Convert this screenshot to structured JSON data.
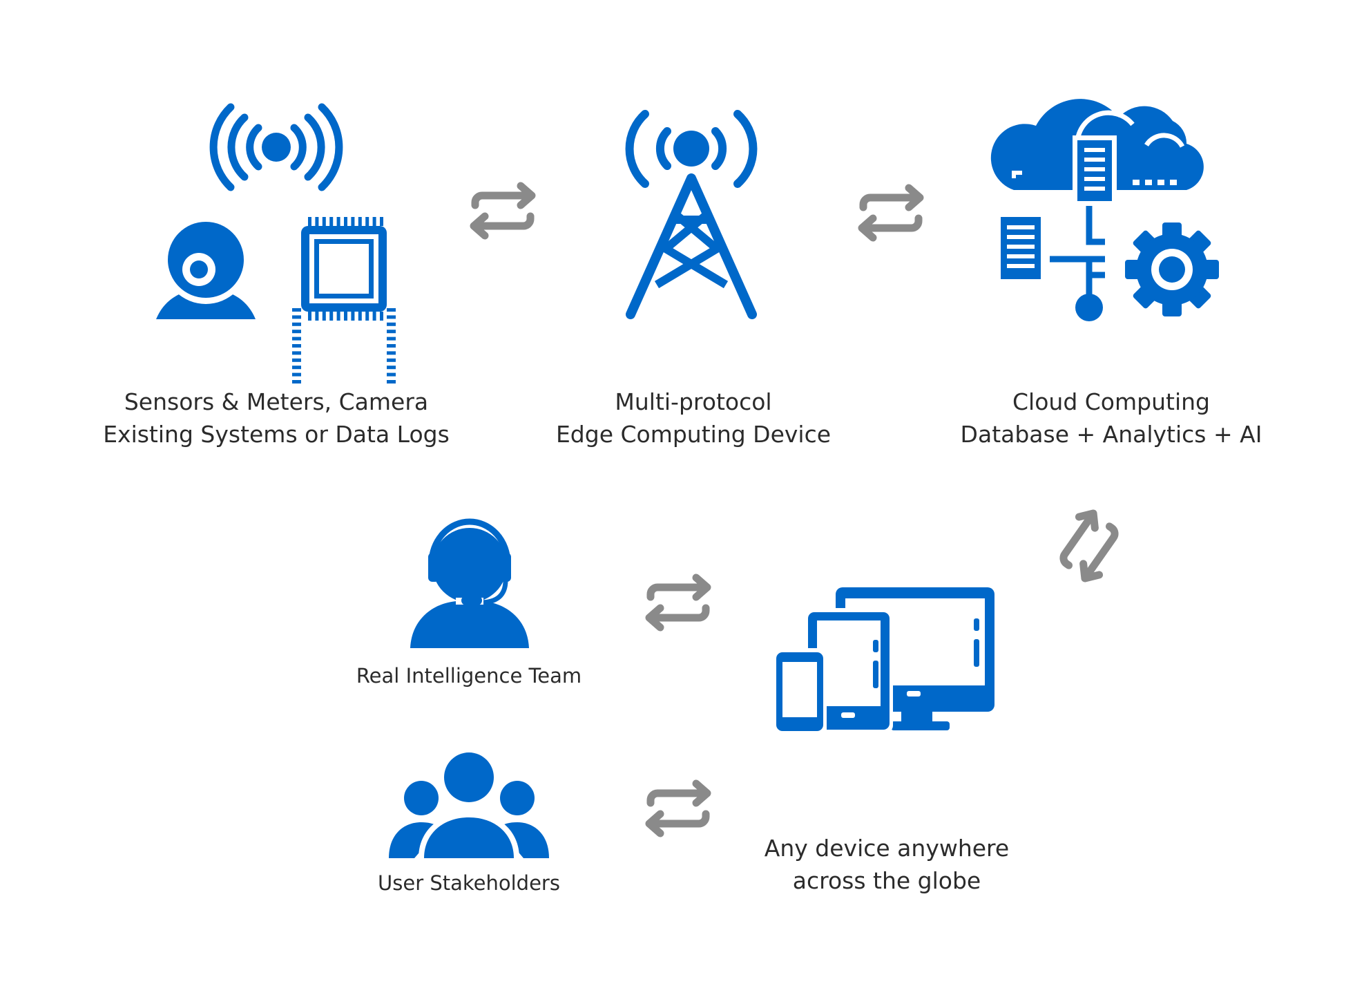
{
  "colors": {
    "accent": "#0068c9",
    "arrow": "#8a8a8a",
    "text": "#2b2b2b",
    "background": "#ffffff"
  },
  "nodes": {
    "sensors": {
      "line1": "Sensors & Meters, Camera",
      "line2": "Existing Systems or Data Logs",
      "icons": [
        "signal-waves-icon",
        "webcam-icon",
        "microchip-icon"
      ]
    },
    "edge": {
      "line1": "Multi-protocol",
      "line2": "Edge Computing Device",
      "icons": [
        "radio-tower-icon"
      ]
    },
    "cloud": {
      "line1": "Cloud Computing",
      "line2": "Database + Analytics + AI",
      "icons": [
        "cloud-server-icon",
        "database-network-icon",
        "gear-icon"
      ]
    },
    "team": {
      "line1": "Real Intelligence Team",
      "icons": [
        "headset-agent-icon"
      ]
    },
    "stakeholders": {
      "line1": "User Stakeholders",
      "icons": [
        "user-group-icon"
      ]
    },
    "devices": {
      "line1": "Any device anywhere",
      "line2": "across the globe",
      "icons": [
        "multi-device-icon"
      ]
    }
  },
  "connections": [
    {
      "from": "sensors",
      "to": "edge",
      "icon": "bidirectional-arrows-icon"
    },
    {
      "from": "edge",
      "to": "cloud",
      "icon": "bidirectional-arrows-icon"
    },
    {
      "from": "cloud",
      "to": "devices",
      "icon": "bidirectional-arrows-icon"
    },
    {
      "from": "team",
      "to": "devices",
      "icon": "bidirectional-arrows-icon"
    },
    {
      "from": "stakeholders",
      "to": "devices",
      "icon": "bidirectional-arrows-icon"
    }
  ]
}
